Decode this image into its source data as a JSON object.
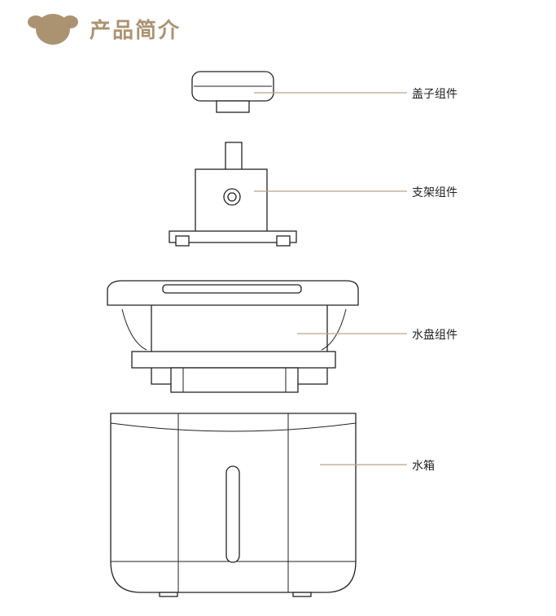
{
  "header": {
    "title": "产品简介",
    "icon": "bear-head-icon"
  },
  "brand_color": "#ab9372",
  "parts": [
    {
      "label": "盖子组件"
    },
    {
      "label": "支架组件"
    },
    {
      "label": "水盘组件"
    },
    {
      "label": "水箱"
    }
  ]
}
